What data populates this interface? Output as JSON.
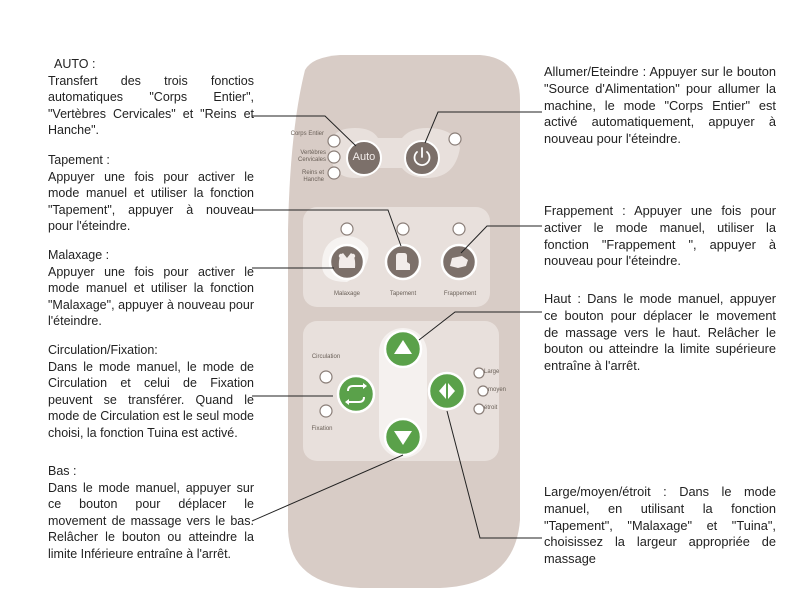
{
  "descriptions": {
    "auto": {
      "title": "AUTO :",
      "body": "Transfert des trois fonctios automatiques \"Corps Entier\", \"Vertèbres Cervicales\" et \"Reins et Hanche\"."
    },
    "tapement": {
      "title": "Tapement :",
      "body": "Appuyer une fois pour activer le mode manuel et utiliser la fonction \"Tapement\", appuyer à nouveau pour l'éteindre."
    },
    "malaxage": {
      "title": "Malaxage :",
      "body": "Appuyer une fois pour activer le mode manuel et utiliser la fonction \"Malaxage\", appuyer à nouveau pour l'éteindre."
    },
    "circulation": {
      "title": "Circulation/Fixation:",
      "body": "Dans le mode manuel, le mode de Circulation et celui de Fixation peuvent se transférer. Quand le mode de Circulation est le seul mode choisi, la fonction Tuina est activé."
    },
    "bas": {
      "title": "Bas :",
      "body": "Dans le mode manuel, appuyer sur ce bouton pour déplacer le movement de massage vers le bas. Relâcher le bouton ou atteindre la limite Inférieure entraîne à l'arrêt."
    },
    "allumer": {
      "body": "Allumer/Eteindre : Appuyer sur le bouton \"Source d'Alimentation\" pour allumer la machine, le mode \"Corps Entier\" est activé automatiquement, appuyer à nouveau pour l'éteindre."
    },
    "frappement": {
      "body": "Frappement : Appuyer une fois pour activer le mode manuel, utiliser la fonction \"Frappement \", appuyer à nouveau pour l'éteindre."
    },
    "haut": {
      "body": "Haut : Dans le mode manuel, appuyer ce bouton pour déplacer le movement de massage vers le haut. Relâcher le bouton ou atteindre la limite supérieure entraîne à l'arrêt."
    },
    "largeur": {
      "body": "Large/moyen/étroit : Dans le mode manuel, en utilisant la fonction \"Tapement\", \"Malaxage\" et \"Tuina\", choisissez la largeur appropriée de massage"
    }
  },
  "remote": {
    "auto_label": "Auto",
    "corps_entier": "Corps Entier",
    "vertebres": "Vertèbres Cervicales",
    "reins": "Reins et Hanche",
    "malaxage": "Malaxage",
    "tapement": "Tapement",
    "frappement": "Frappement",
    "circulation": "Circulation",
    "fixation": "Fixation",
    "large": "Large",
    "moyen": "moyen",
    "etroit": "étroit"
  },
  "colors": {
    "remote_body": "#d8ccc6",
    "panel": "#e8e0dc",
    "dark_button": "#7c706a",
    "green": "#5aa14a",
    "line": "#222222"
  }
}
